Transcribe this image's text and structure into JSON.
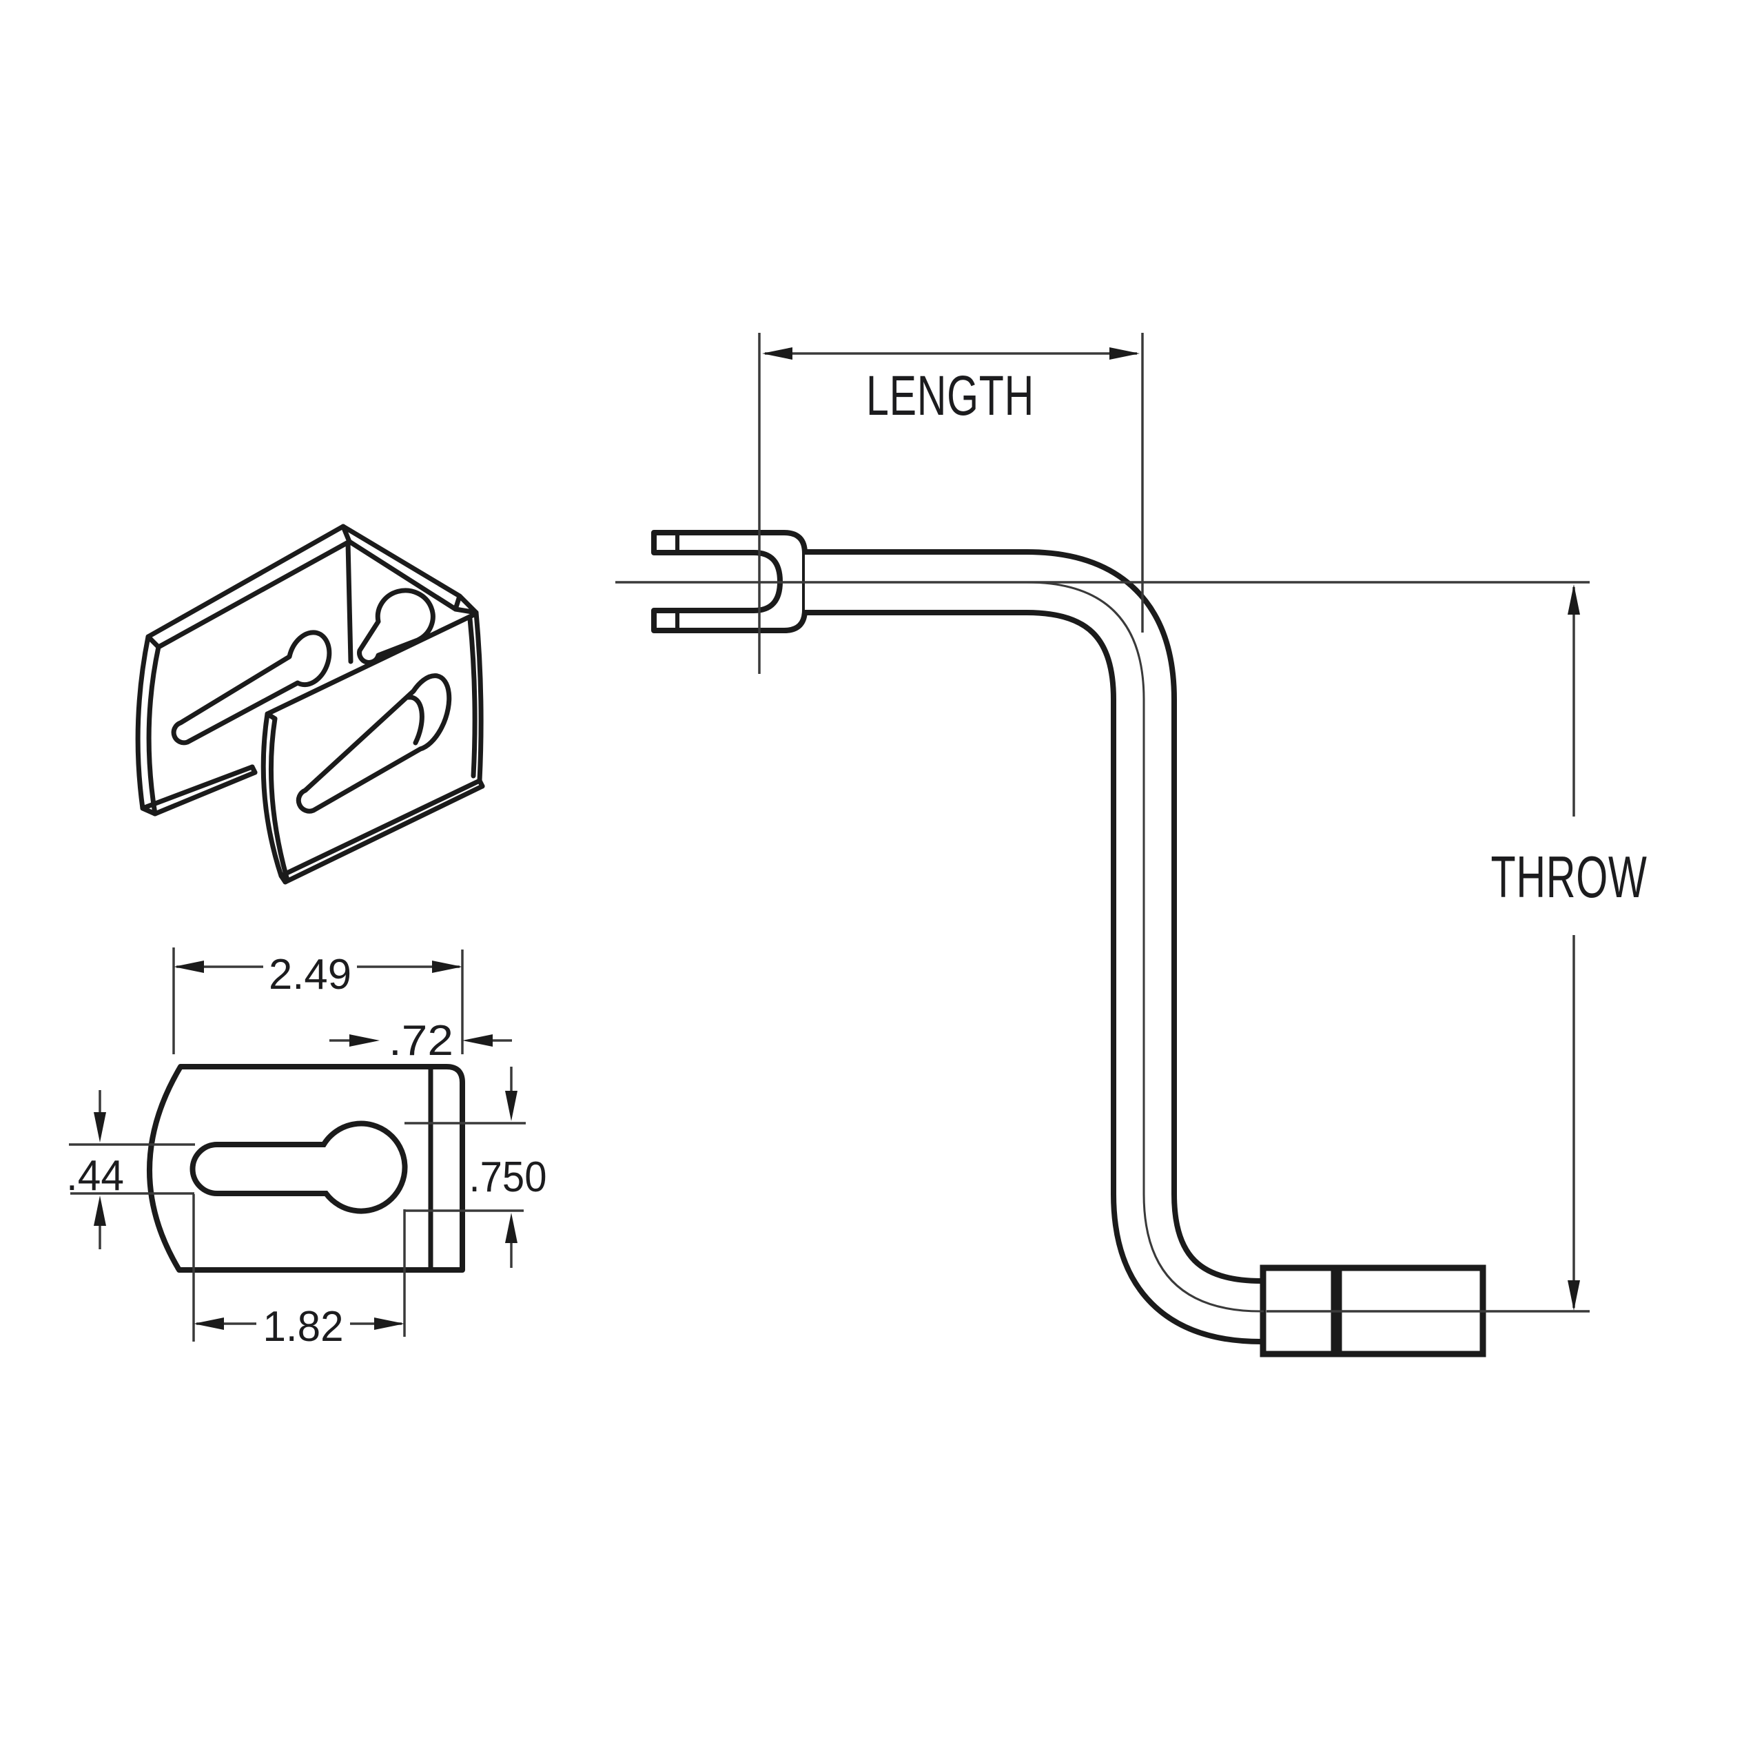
{
  "page": {
    "background": "#ffffff"
  },
  "drawing": {
    "description": "technical line drawing of a Z-shaped crank handle with clevis fork end, grip handle, and a slotted mounting bracket shown in isometric and side views",
    "line_color": "#1b1b1b",
    "labels": {
      "length": "LENGTH",
      "throw": "THROW"
    },
    "dimensions": {
      "bracket_width": "2.49",
      "hole_center_to_edge": ".72",
      "slot_width": ".44",
      "hole_diameter": ".750",
      "slot_length": "1.82"
    },
    "views": {
      "isometric": "bracket-isometric-view",
      "side": "bracket-side-view",
      "crank": "crank-front-view"
    }
  }
}
